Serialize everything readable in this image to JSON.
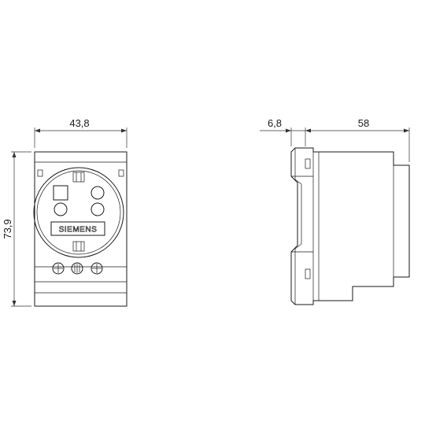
{
  "dimensions": {
    "front_width": "43,8",
    "front_height": "73,9",
    "side_offset": "6,8",
    "side_depth": "58"
  },
  "logo_text": "SIEMENS",
  "icons": {
    "socket": "schuko-socket-icon",
    "screw": "terminal-screw-icon"
  },
  "colors": {
    "line": "#1a1a1a",
    "background": "#ffffff"
  }
}
